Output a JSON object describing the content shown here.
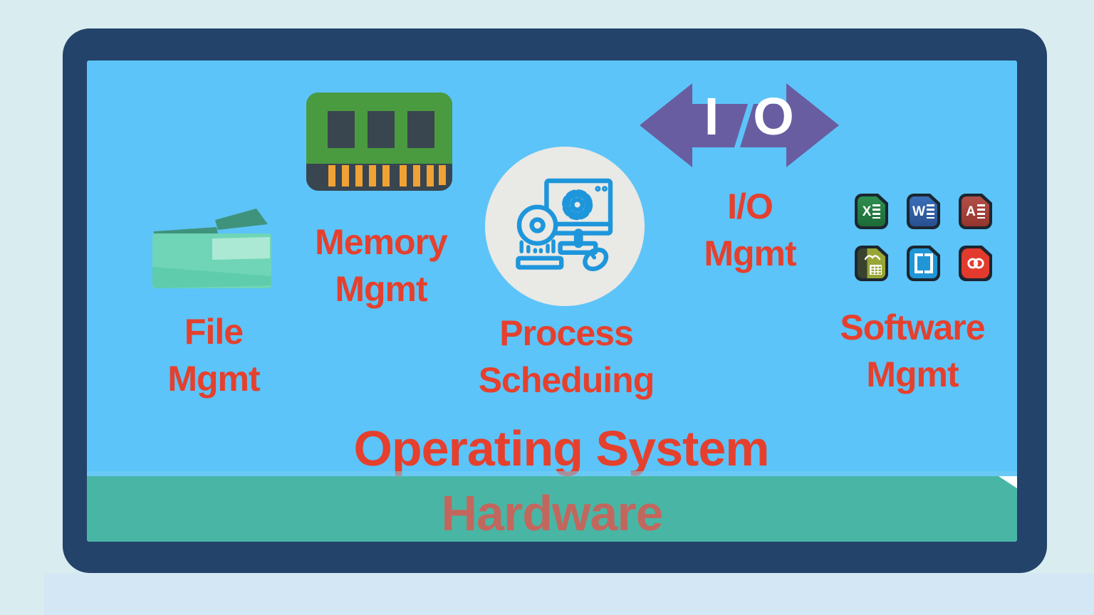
{
  "diagram": {
    "os_label": "Operating System",
    "hardware_label": "Hardware",
    "labels": {
      "file": [
        "File",
        "Mgmt"
      ],
      "memory": [
        "Memory",
        "Mgmt"
      ],
      "process": [
        "Process",
        "Scheduing"
      ],
      "io": [
        "I/O",
        "Mgmt"
      ],
      "software": [
        "Software",
        "Mgmt"
      ]
    },
    "io_arrow": {
      "left": "I",
      "right": "O"
    },
    "software_icons": [
      {
        "name": "excel-icon",
        "letter": "X"
      },
      {
        "name": "word-icon",
        "letter": "W"
      },
      {
        "name": "access-icon",
        "letter": "A"
      },
      {
        "name": "openoffice-icon"
      },
      {
        "name": "brackets-icon"
      },
      {
        "name": "adobe-creative-cloud-icon"
      }
    ],
    "colors": {
      "outer_background": "#d9edf0",
      "frame_navy": "#24436a",
      "screen_blue": "#5cc4f8",
      "hardware_teal": "#49b6a5",
      "label_red": "#e5402e",
      "hardware_text_red": "#c2675e",
      "arrow_purple": "#695da1",
      "process_circle_gray": "#e9e9e5",
      "process_lineart_blue": "#1e96dc",
      "ram_green": "#4a9b40",
      "ram_pin_orange": "#f0a235",
      "folder_mint": "#6fd5b6"
    }
  }
}
